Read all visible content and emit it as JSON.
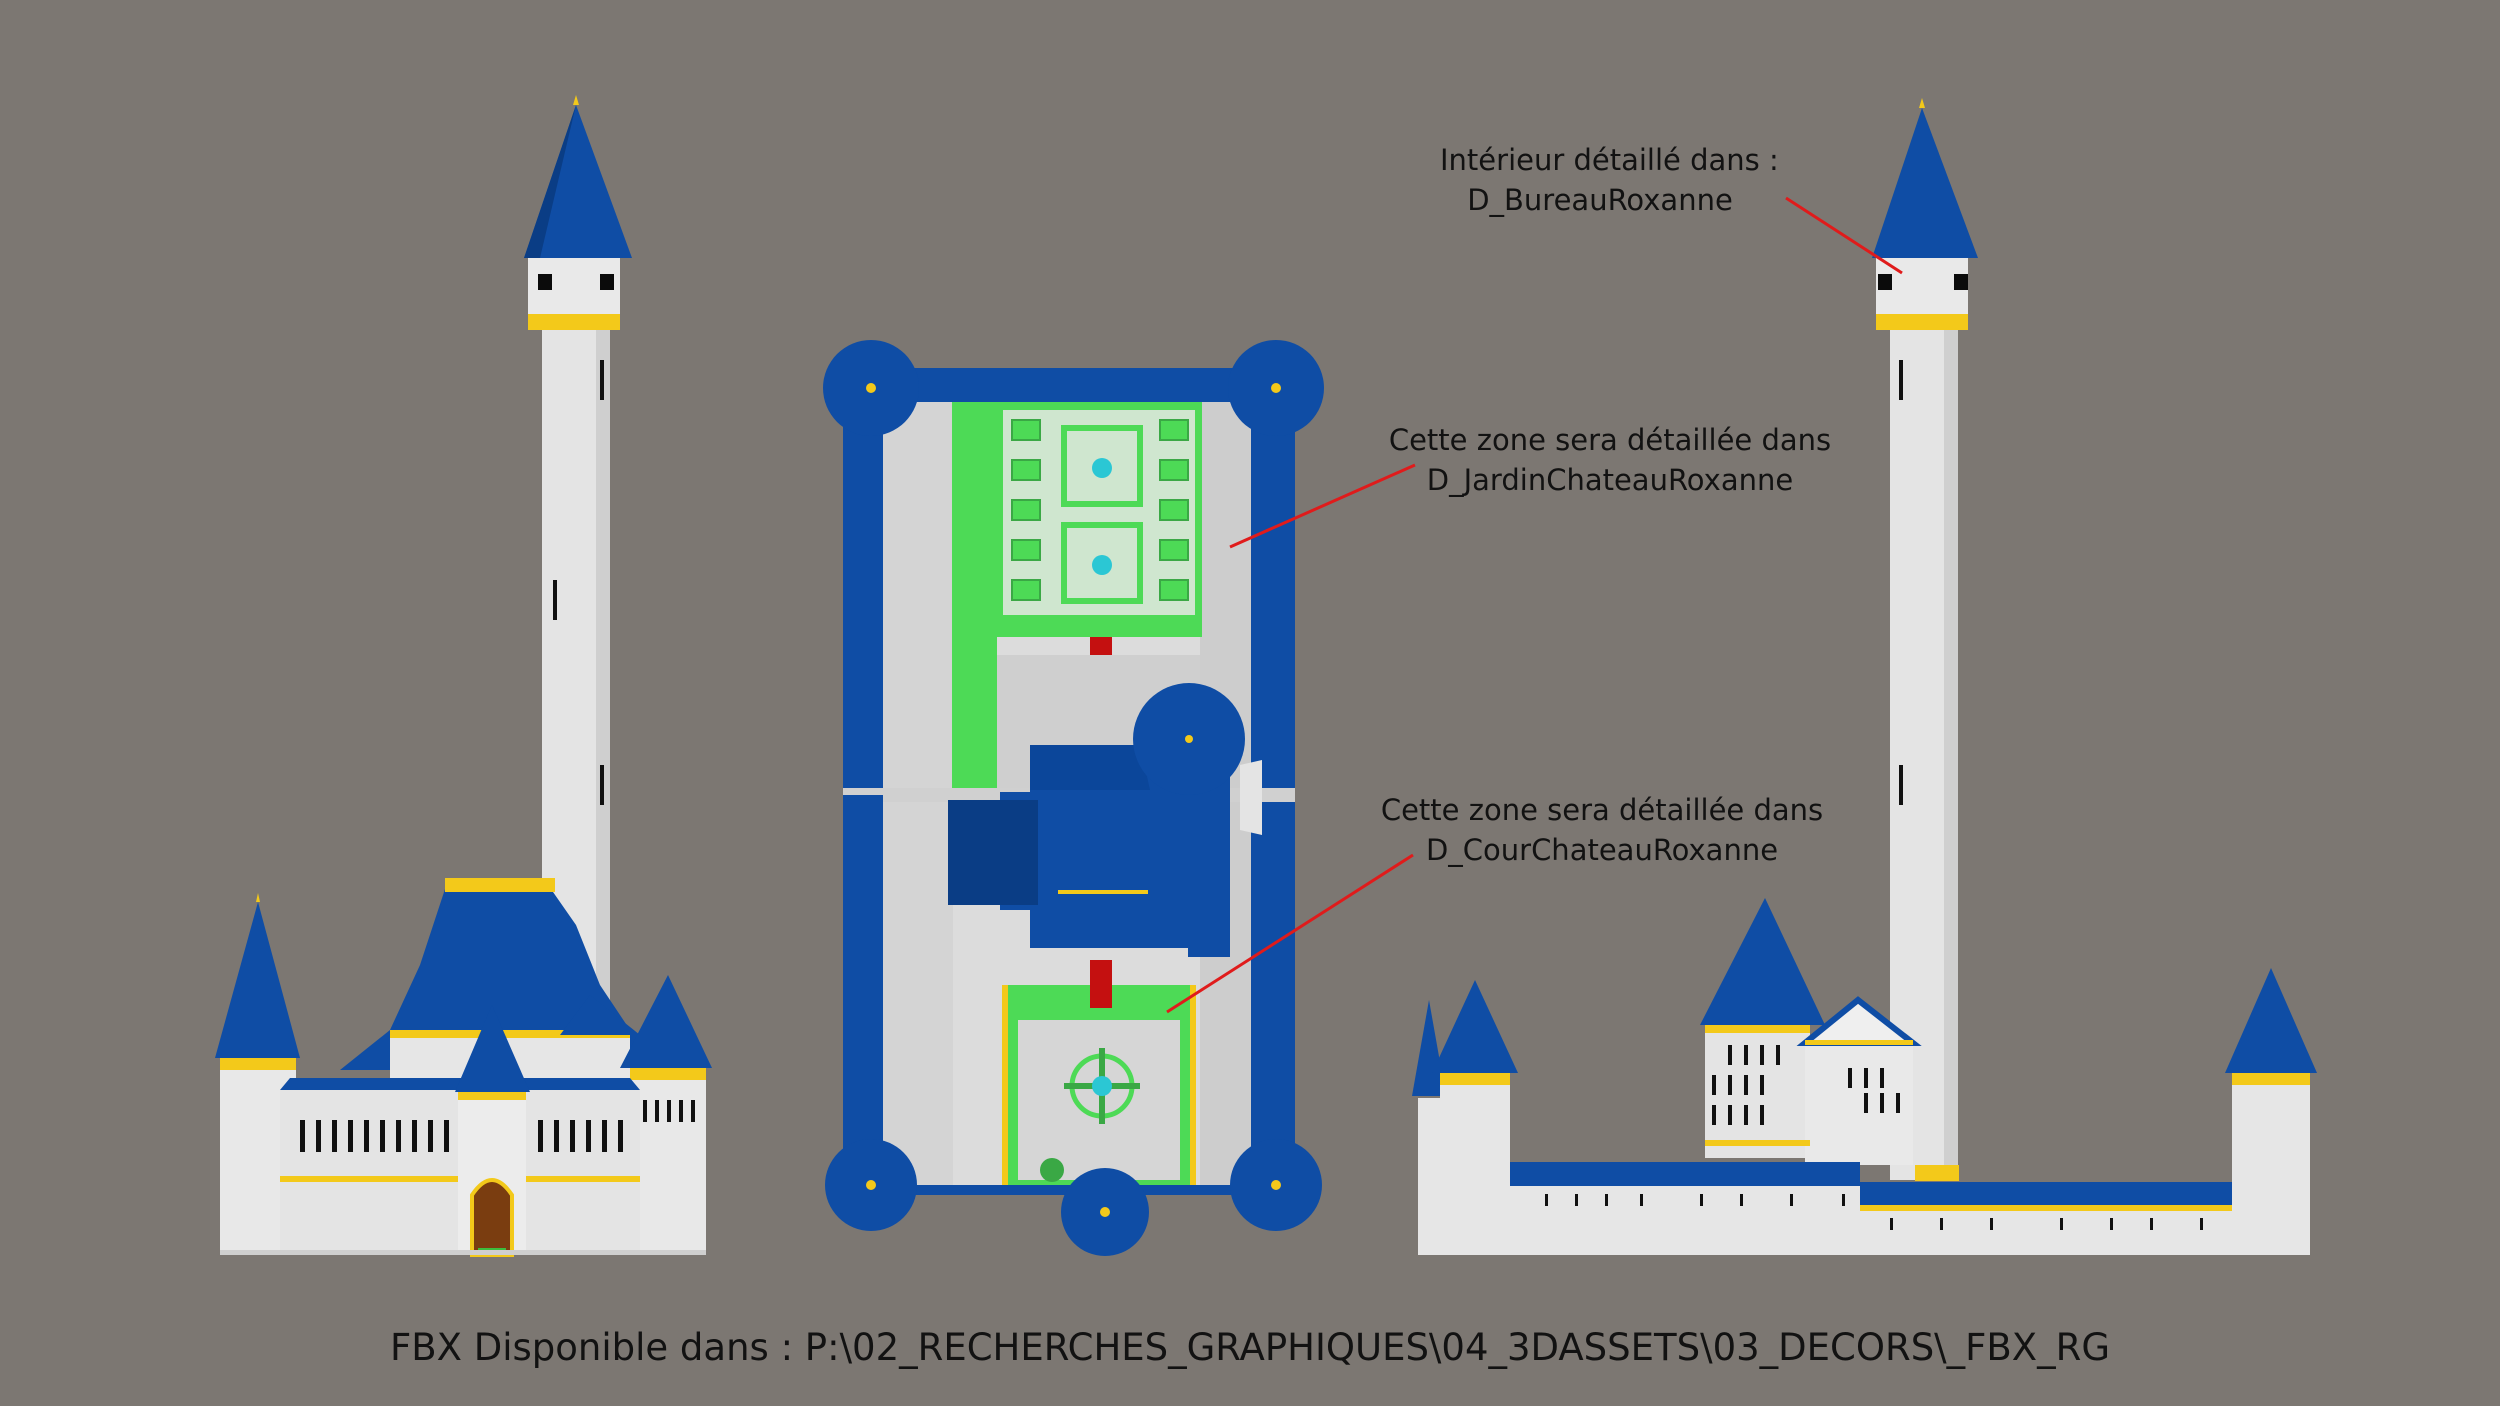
{
  "colors": {
    "background": "#7c7772",
    "roof_blue": "#0f4da5",
    "wall_white": "#e6e6e6",
    "trim_yellow": "#f3c91a",
    "garden_green": "#4dda56",
    "fountain_cyan": "#2bc7d4",
    "carpet_red": "#c41010",
    "callout_line": "#e01b1b"
  },
  "icons": {
    "left_view": "castle-front-elevation",
    "center_view": "castle-top-plan",
    "right_view": "castle-side-elevation"
  },
  "annotations": {
    "tower": {
      "line1": "Intérieur détaillé dans :",
      "line2": "D_BureauRoxanne"
    },
    "garden": {
      "line1": "Cette zone sera détaillée dans",
      "line2": "D_JardinChateauRoxanne"
    },
    "court": {
      "line1": "Cette zone sera détaillée dans",
      "line2": "D_CourChateauRoxanne"
    }
  },
  "footer": "FBX Disponible dans : P:\\02_RECHERCHES_GRAPHIQUES\\04_3DASSETS\\03_DECORS\\_FBX_RG"
}
